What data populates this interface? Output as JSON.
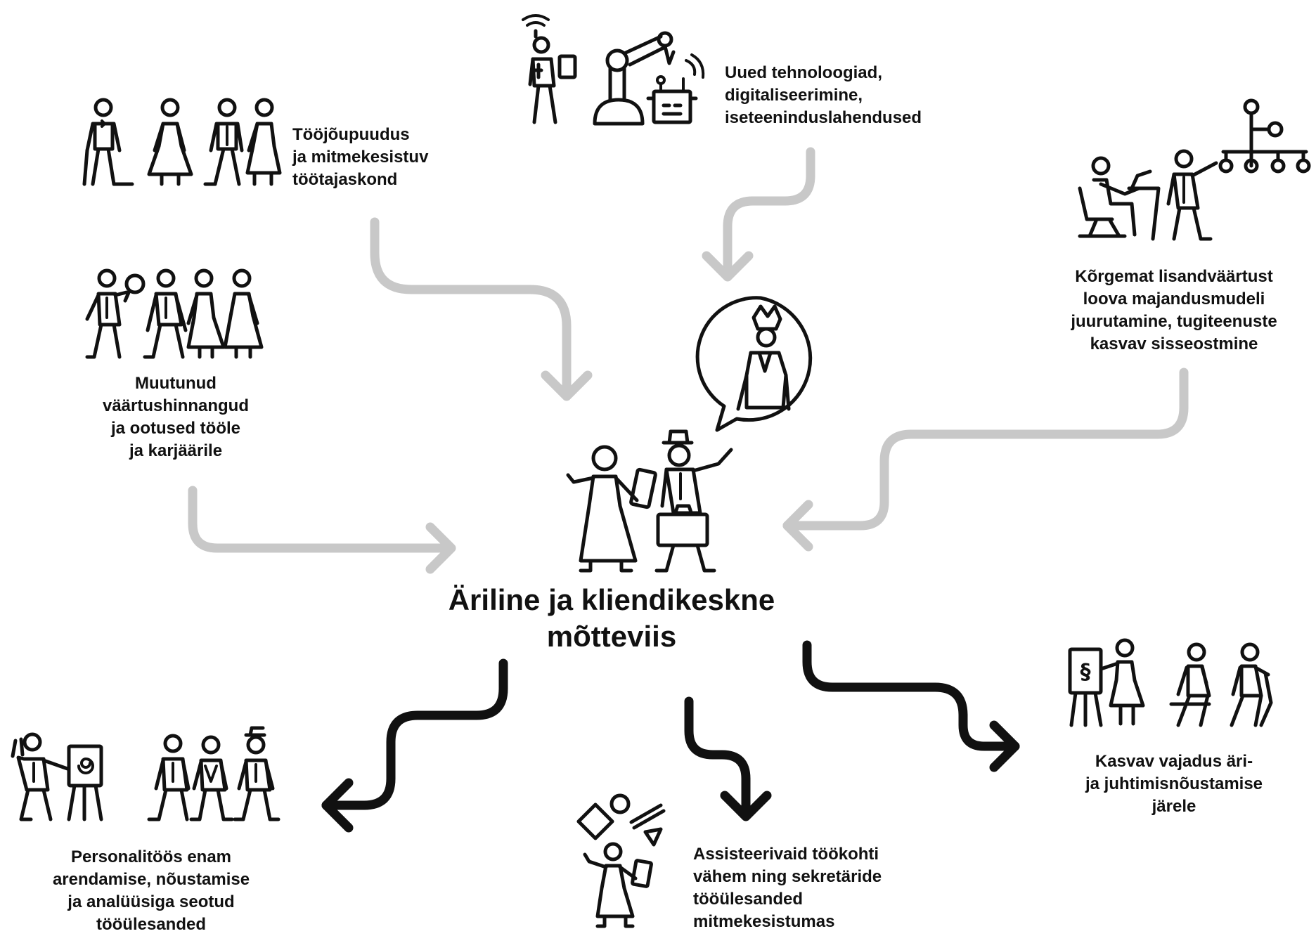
{
  "center": {
    "title_lines": [
      "Äriline ja kliendikeskne",
      "mõtteviis"
    ]
  },
  "drivers": [
    {
      "id": "workforce",
      "lines": [
        "Tööjõupuudus",
        "ja mitmekesistuv",
        "töötajaskond"
      ]
    },
    {
      "id": "technology",
      "lines": [
        "Uued tehnoloogiad,",
        "digitaliseerimine,",
        "iseteeninduslahendused"
      ]
    },
    {
      "id": "business-model",
      "lines": [
        "Kõrgemat lisandväärtust",
        "loova majandusmudeli",
        "juurutamine, tugiteenuste",
        "kasvav sisseostmine"
      ]
    },
    {
      "id": "values",
      "lines": [
        "Muutunud",
        "väärtushinnangud",
        "ja ootused tööle",
        "ja karjäärile"
      ]
    }
  ],
  "outcomes": [
    {
      "id": "hr-work",
      "lines": [
        "Personalitöös enam",
        "arendamise, nõustamise",
        "ja analüüsiga seotud",
        "tööülesanded"
      ]
    },
    {
      "id": "assistant-jobs",
      "lines": [
        "Assisteerivaid töökohti",
        "vähem ning sekretäride",
        "tööülesanded",
        "mitmekesistumas"
      ]
    },
    {
      "id": "consulting",
      "lines": [
        "Kasvav vajadus äri-",
        "ja juhtimisnõustamise",
        "järele"
      ]
    }
  ],
  "colors": {
    "input_arrow": "#c8c8c8",
    "output_arrow": "#111111",
    "ink": "#111111",
    "background": "#ffffff"
  },
  "icons": {
    "workforce": "diverse-people-group-icon",
    "technology": "robot-and-tech-icon",
    "business_model": "org-chart-office-icon",
    "values": "people-with-magnifier-icon",
    "center": "businesspeople-speech-bubble-icon",
    "hr_work": "hr-presenter-team-icon",
    "assistant_jobs": "juggling-assistant-icon",
    "consulting": "consultant-presentation-icon"
  }
}
